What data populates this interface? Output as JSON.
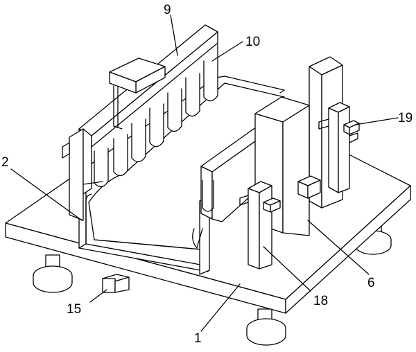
{
  "labels": {
    "l1": "1",
    "l2": "2",
    "l6": "6",
    "l9": "9",
    "l10": "10",
    "l15": "15",
    "l18": "18",
    "l19": "19"
  }
}
